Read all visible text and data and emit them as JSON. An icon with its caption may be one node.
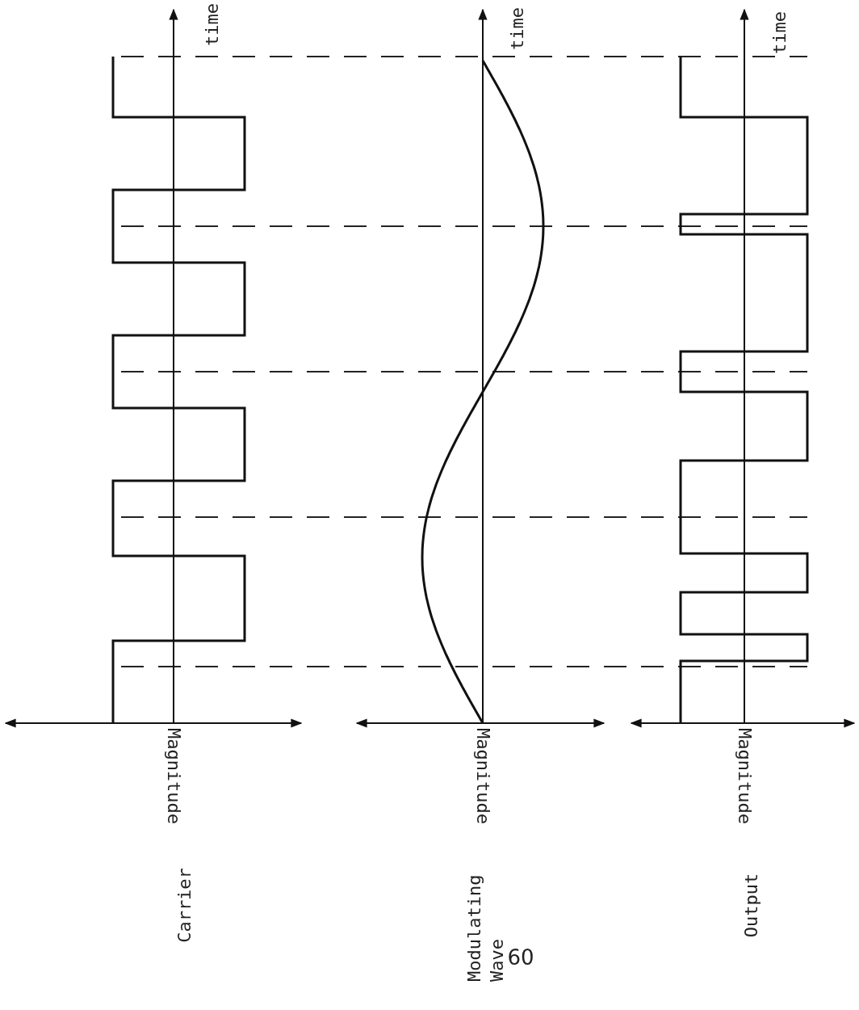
{
  "diagram": {
    "labels": [
      "time",
      "time",
      "time",
      "Magnitude",
      "Magnitude",
      "Magnitude",
      "Carrier",
      "Modulating Wave",
      "Output",
      "60"
    ]
  }
}
